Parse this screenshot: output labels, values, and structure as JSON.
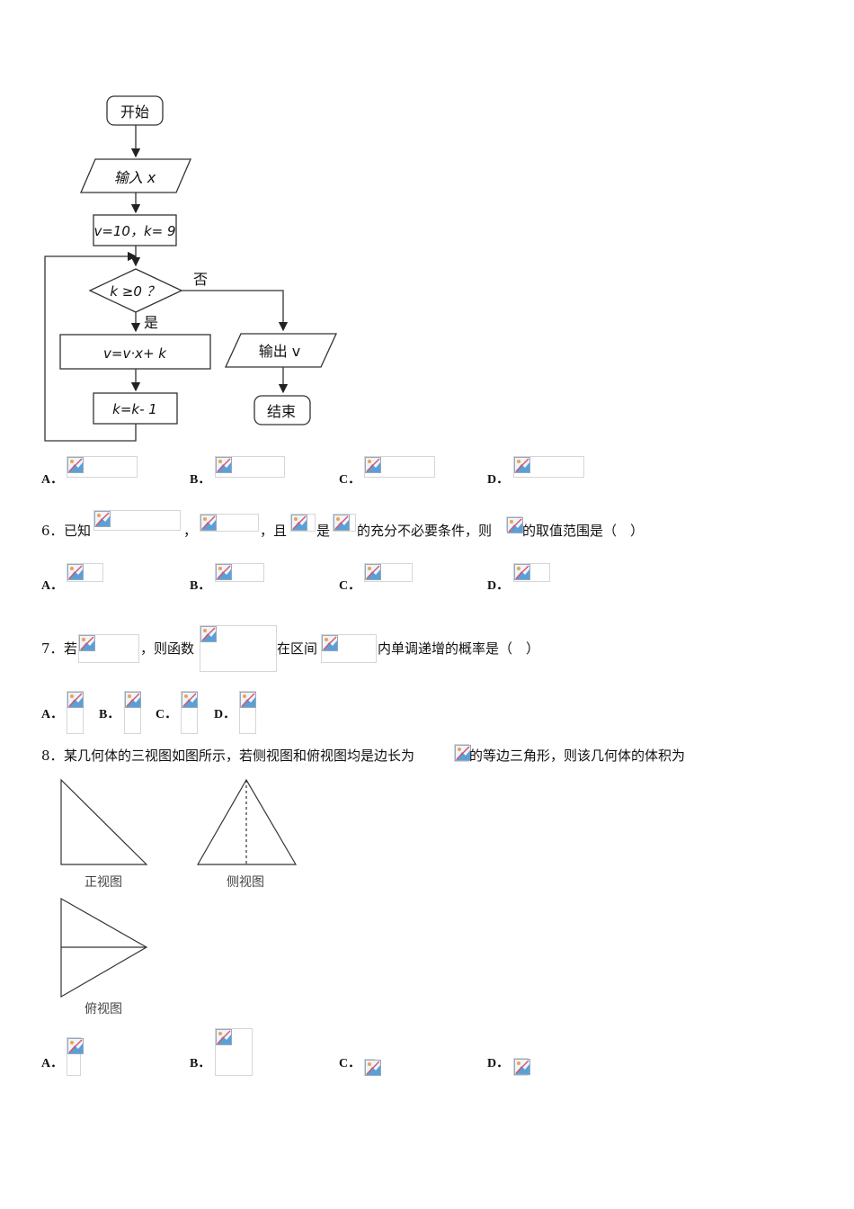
{
  "flowchart": {
    "start": "开始",
    "input": "输入 x",
    "init": "v=10，k= 9",
    "condition": "k ≥0 ？",
    "no_label": "否",
    "yes_label": "是",
    "update_v": "v=v·x+ k",
    "update_k": "k=k- 1",
    "output": "输出 v",
    "end": "结束"
  },
  "q5_options": [
    "A．",
    "B．",
    "C．",
    "D．"
  ],
  "q6": {
    "num": "6．",
    "t1": "已知",
    "t2": "，",
    "t3": "，且",
    "t4": "是",
    "t5": "的充分不必要条件，则",
    "t6": "的取值范围是（　）",
    "options": [
      "A．",
      "B．",
      "C．",
      "D．"
    ]
  },
  "q7": {
    "num": "7．",
    "t1": "若",
    "t2": "，则函数",
    "t3": "在区间",
    "t4": "内单调递增的概率是（　）",
    "options": [
      "A．",
      "B．",
      "C．",
      "D．"
    ]
  },
  "q8": {
    "num": "8．",
    "t1": "某几何体的三视图如图所示，若侧视图和俯视图均是边长为",
    "t2": "的等边三角形，则该几何体的体积为",
    "front_label": "正视图",
    "side_label": "侧视图",
    "top_label": "俯视图",
    "options": [
      "A．",
      "B．",
      "C．",
      "D．"
    ]
  }
}
